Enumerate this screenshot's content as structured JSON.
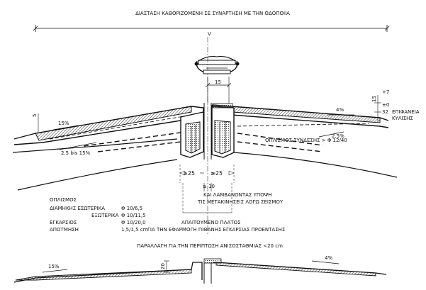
{
  "title": "ΔΙΑΣΤΑΣΗ ΚΑΘΟΡΙΖΟΜΕΝΗ ΣΕ ΣΥΝΑΡΤΗΣΗ ΜΕ ΤΗΝ ΟΔΟΠΟΙΙΑ",
  "dimension_v": "V",
  "top_width": "15",
  "left_slope": "15%",
  "left_height": "5",
  "left_grade": "2.5 bis 15%",
  "right_slope": "4%",
  "right_grade": "2.5%",
  "right_dims": {
    "plus7": "+7",
    "pm0": "±0",
    "d15": "15",
    "d32": "32"
  },
  "surface_label": [
    "ΕΠΙΦΑΝΕΙΑ",
    "ΚΥΛΙΣΗΣ"
  ],
  "connection_rebar": "ΟΠΛΙΣΜΟΣ ΣΥΝΔΕΣΗΣ > Φ 12/40",
  "gap_left": "25",
  "gap_right": "25",
  "seismic_note": [
    "≥ 10",
    "ΚΑΙ ΛΑΜΒΑΝΟΝΤΑΣ ΥΠΟΨΗ",
    "ΤΙΣ ΜΕΤΑΚΙΝΗΣΕΙΣ ΛΟΓΩ ΣΕΙΣΜΟΥ"
  ],
  "reinforcement": {
    "title": "ΟΠΛΙΣΜΟΣ",
    "rows": [
      {
        "label": "ΔΙΑΜΗΚΗΣ ΕΣΩΤΕΡΙΚΑ",
        "value": "Φ 10/6,5"
      },
      {
        "label": "ΕΞΩΤΕΡΙΚΑ",
        "value": "Φ 10/11,5"
      },
      {
        "label": "ΕΓΚΑΡΣΙΟΣ",
        "value": "Φ 10/20,0"
      },
      {
        "label": "ΑΠΟΤΜΗΣΗ",
        "value": "1,5/1,5 cm"
      }
    ]
  },
  "width_note": [
    "ΑΠΑΙΤΟΥΜΕΝΟ ΠΛΑΤΟΣ",
    "ΓΙΑ ΤΗΝ ΕΦΑΡΜΟΓΗ ΠΙΘΑΝΗΣ  ΕΓΚΑΡΣΙΑΣ ΠΡΟΕΝΤΑΣΗΣ"
  ],
  "variant_title": "ΠΑΡΑΛΛΑΓΗ ΓΙΑ ΤΗΝ ΠΕΡΙΠΤΩΣΗ ΑΝΙΣΟΣΤΑΘΜΙΑΣ <20 cm",
  "variant_left_slope": "15%",
  "variant_step": "20",
  "variant_right_slope": "4%"
}
